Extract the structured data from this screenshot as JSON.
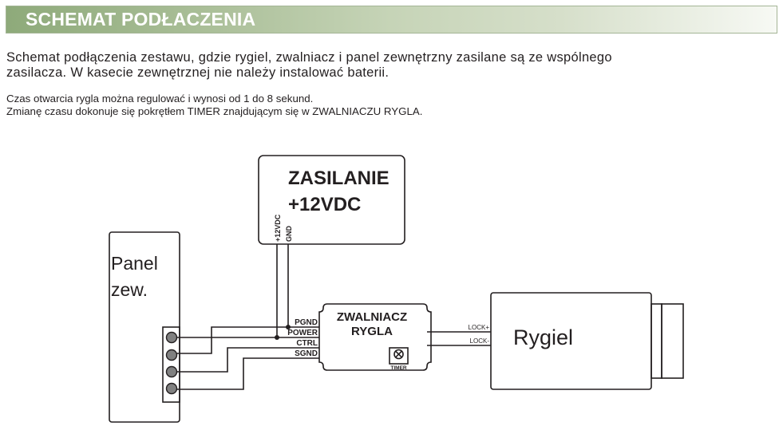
{
  "header": {
    "title": "SCHEMAT PODŁACZENIA"
  },
  "intro": {
    "line1": "Schemat podłączenia zestawu, gdzie rygiel, zwalniacz i panel zewnętrzny  zasilane są ze wspólnego",
    "line2": "zasilacza. W kasecie zewnętrznej nie należy instalować baterii."
  },
  "note": {
    "line1": "Czas otwarcia rygla można regulować i wynosi od 1 do 8 sekund.",
    "line2": "Zmianę czasu dokonuje się pokrętłem TIMER znajdującym się w ZWALNIACZU RYGLA."
  },
  "diagram": {
    "power_supply": {
      "title_line1": "ZASILANIE",
      "title_line2": "+12VDC",
      "pin_plus": "+12VDC",
      "pin_gnd": "GND"
    },
    "panel": {
      "label_line1": "Panel",
      "label_line2": "zew.",
      "terminal_count": 4
    },
    "lock_release": {
      "title_line1": "ZWALNIACZ",
      "title_line2": "RYGLA",
      "inputs": [
        "PGND",
        "POWER",
        "CTRL",
        "SGND"
      ],
      "outputs": [
        "LOCK+",
        "LOCK-"
      ],
      "timer_label": "TIMER",
      "timer_icon": "potentiometer-x-circle-icon"
    },
    "bolt": {
      "label": "Rygiel"
    },
    "colors": {
      "line": "#231f20",
      "terminal_fill": "#808080"
    }
  }
}
